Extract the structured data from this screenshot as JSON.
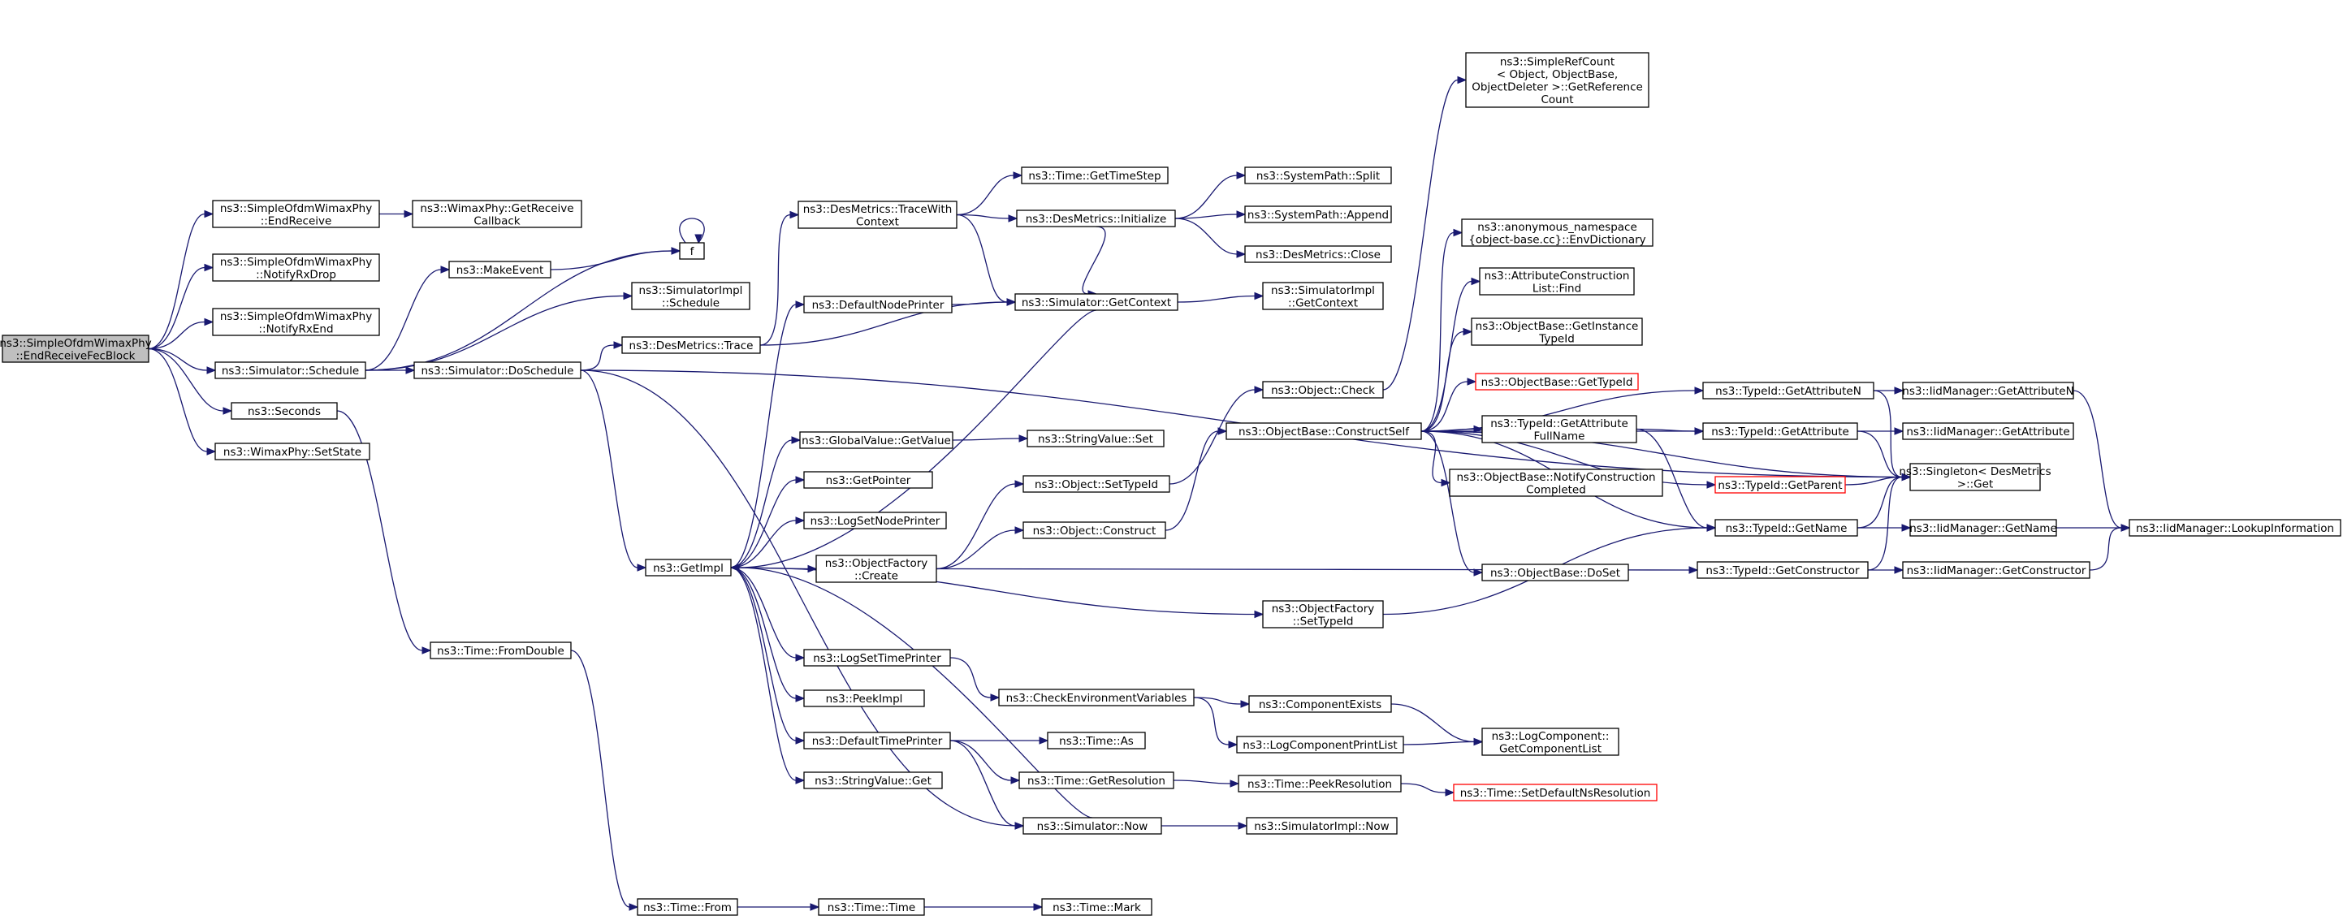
{
  "nodes": {
    "root": [
      "ns3::SimpleOfdmWimaxPhy",
      "::EndReceiveFecBlock"
    ],
    "endReceive": [
      "ns3::SimpleOfdmWimaxPhy",
      "::EndReceive"
    ],
    "notifyRxDrop": [
      "ns3::SimpleOfdmWimaxPhy",
      "::NotifyRxDrop"
    ],
    "notifyRxEnd": [
      "ns3::SimpleOfdmWimaxPhy",
      "::NotifyRxEnd"
    ],
    "schedule": [
      "ns3::Simulator::Schedule"
    ],
    "seconds": [
      "ns3::Seconds"
    ],
    "setState": [
      "ns3::WimaxPhy::SetState"
    ],
    "getReceiveCallback": [
      "ns3::WimaxPhy::GetReceive",
      "Callback"
    ],
    "makeEvent": [
      "ns3::MakeEvent"
    ],
    "f": [
      "f"
    ],
    "simImplSchedule": [
      "ns3::SimulatorImpl",
      "::Schedule"
    ],
    "doSchedule": [
      "ns3::Simulator::DoSchedule"
    ],
    "fromDouble": [
      "ns3::Time::FromDouble"
    ],
    "timeFrom": [
      "ns3::Time::From"
    ],
    "desTrace": [
      "ns3::DesMetrics::Trace"
    ],
    "traceWithContext": [
      "ns3::DesMetrics::TraceWith",
      "Context"
    ],
    "defaultNodePrinter": [
      "ns3::DefaultNodePrinter"
    ],
    "getImpl": [
      "ns3::GetImpl"
    ],
    "globalGetValue": [
      "ns3::GlobalValue::GetValue"
    ],
    "getPointer": [
      "ns3::GetPointer"
    ],
    "logSetNodePrinter": [
      "ns3::LogSetNodePrinter"
    ],
    "objectFactoryCreate": [
      "ns3::ObjectFactory",
      "::Create"
    ],
    "logSetTimePrinter": [
      "ns3::LogSetTimePrinter"
    ],
    "peekImpl": [
      "ns3::PeekImpl"
    ],
    "defaultTimePrinter": [
      "ns3::DefaultTimePrinter"
    ],
    "stringValueGet": [
      "ns3::StringValue::Get"
    ],
    "getTimeStep": [
      "ns3::Time::GetTimeStep"
    ],
    "desInitialize": [
      "ns3::DesMetrics::Initialize"
    ],
    "getContext": [
      "ns3::Simulator::GetContext"
    ],
    "stringValueSet": [
      "ns3::StringValue::Set"
    ],
    "objectSetTypeId": [
      "ns3::Object::SetTypeId"
    ],
    "objectConstruct": [
      "ns3::Object::Construct"
    ],
    "factorySetTypeId": [
      "ns3::ObjectFactory",
      "::SetTypeId"
    ],
    "checkEnv": [
      "ns3::CheckEnvironmentVariables"
    ],
    "timeAs": [
      "ns3::Time::As"
    ],
    "getResolution": [
      "ns3::Time::GetResolution"
    ],
    "simulatorNow": [
      "ns3::Simulator::Now"
    ],
    "timeTime": [
      "ns3::Time::Time"
    ],
    "systemSplit": [
      "ns3::SystemPath::Split"
    ],
    "systemAppend": [
      "ns3::SystemPath::Append"
    ],
    "desClose": [
      "ns3::DesMetrics::Close"
    ],
    "simImplGetContext": [
      "ns3::SimulatorImpl",
      "::GetContext"
    ],
    "objectCheck": [
      "ns3::Object::Check"
    ],
    "constructSelf": [
      "ns3::ObjectBase::ConstructSelf"
    ],
    "componentExists": [
      "ns3::ComponentExists"
    ],
    "logComponentPrintList": [
      "ns3::LogComponentPrintList"
    ],
    "peekResolution": [
      "ns3::Time::PeekResolution"
    ],
    "simImplNow": [
      "ns3::SimulatorImpl::Now"
    ],
    "timeMark": [
      "ns3::Time::Mark"
    ],
    "getReferenceCount": [
      "ns3::SimpleRefCount",
      "< Object, ObjectBase,",
      "ObjectDeleter >::GetReference",
      "Count"
    ],
    "envDictionary": [
      "ns3::anonymous_namespace",
      "{object-base.cc}::EnvDictionary"
    ],
    "attrListFind": [
      "ns3::AttributeConstruction",
      "List::Find"
    ],
    "getInstanceTypeId": [
      "ns3::ObjectBase::GetInstance",
      "TypeId"
    ],
    "objectBaseGetTypeId": [
      "ns3::ObjectBase::GetTypeId"
    ],
    "getAttributeFullName": [
      "ns3::TypeId::GetAttribute",
      "FullName"
    ],
    "notifyConstructionCompleted": [
      "ns3::ObjectBase::NotifyConstruction",
      "Completed"
    ],
    "doSet": [
      "ns3::ObjectBase::DoSet"
    ],
    "getComponentList": [
      "ns3::LogComponent::",
      "GetComponentList"
    ],
    "setDefaultNsResolution": [
      "ns3::Time::SetDefaultNsResolution"
    ],
    "typeIdGetAttributeN": [
      "ns3::TypeId::GetAttributeN"
    ],
    "typeIdGetAttribute": [
      "ns3::TypeId::GetAttribute"
    ],
    "typeIdGetParent": [
      "ns3::TypeId::GetParent"
    ],
    "typeIdGetName": [
      "ns3::TypeId::GetName"
    ],
    "typeIdGetConstructor": [
      "ns3::TypeId::GetConstructor"
    ],
    "iidGetAttributeN": [
      "ns3::IidManager::GetAttributeN"
    ],
    "iidGetAttribute": [
      "ns3::IidManager::GetAttribute"
    ],
    "singletonGet": [
      "ns3::Singleton< DesMetrics",
      ">::Get"
    ],
    "iidGetName": [
      "ns3::IidManager::GetName"
    ],
    "iidGetConstructor": [
      "ns3::IidManager::GetConstructor"
    ],
    "iidLookupInformation": [
      "ns3::IidManager::LookupInformation"
    ]
  },
  "colors": {
    "edge": "#191970",
    "root_fill": "#bfbfbf",
    "truncated_border": "#ff0000"
  }
}
